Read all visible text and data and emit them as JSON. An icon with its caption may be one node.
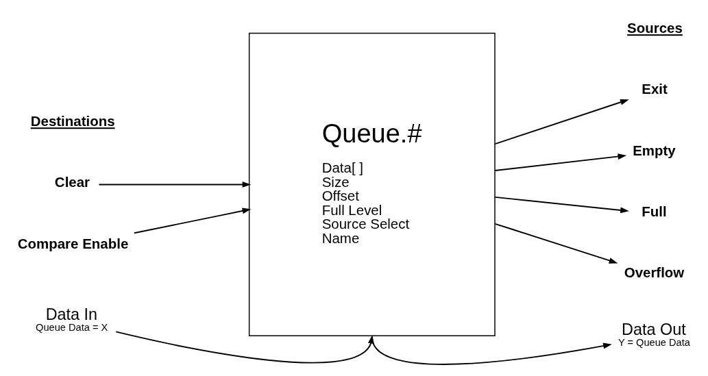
{
  "diagram": {
    "nodes": [
      {
        "text": [
          "Queue.#",
          "Data[ ]",
          "Size",
          "Offset",
          "Full Level",
          "Source Select",
          "Name"
        ]
      },
      {
        "text": [
          "Clear"
        ]
      },
      {
        "text": [
          "Compare Enable"
        ]
      },
      {
        "text": [
          "Exit"
        ]
      },
      {
        "text": [
          "Empty"
        ]
      },
      {
        "text": [
          "Full"
        ]
      },
      {
        "text": [
          "Overflow"
        ]
      },
      {
        "text": [
          "Data In",
          "Queue Data = X"
        ]
      },
      {
        "text": [
          "Data Out",
          "Y = Queue Data"
        ]
      }
    ],
    "edges": [
      {
        "from": 1,
        "to": 0,
        "arrow": "to"
      },
      {
        "from": 2,
        "to": 0,
        "arrow": "to"
      },
      {
        "from": 0,
        "to": 3,
        "arrow": "to"
      },
      {
        "from": 0,
        "to": 4,
        "arrow": "to"
      },
      {
        "from": 0,
        "to": 5,
        "arrow": "to"
      },
      {
        "from": 0,
        "to": 6,
        "arrow": "to"
      },
      {
        "from": 7,
        "to": 0,
        "arrow": "to"
      },
      {
        "from": 0,
        "to": 8,
        "arrow": "to"
      }
    ],
    "labels": [
      "Destinations",
      "Sources"
    ]
  }
}
